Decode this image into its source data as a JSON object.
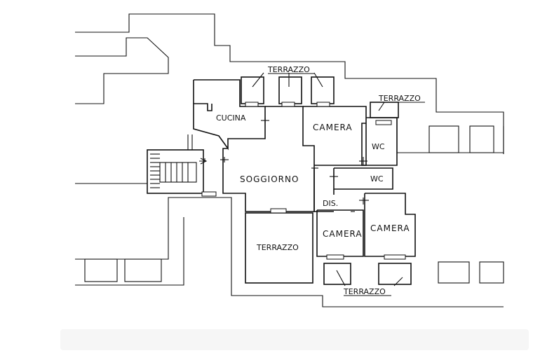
{
  "plan": {
    "rooms": {
      "cucina": "CUCINA",
      "soggiorno": "SOGGIORNO",
      "camera_top": "CAMERA",
      "camera_bottom_left": "CAMERA",
      "camera_bottom_right": "CAMERA",
      "wc_top": "WC",
      "wc_middle": "WC",
      "dis": "DIS.",
      "terrazzo_top": "TERRAZZO",
      "terrazzo_right": "TERRAZZO",
      "terrazzo_main": "TERRAZZO",
      "terrazzo_bottom": "TERRAZZO"
    }
  }
}
